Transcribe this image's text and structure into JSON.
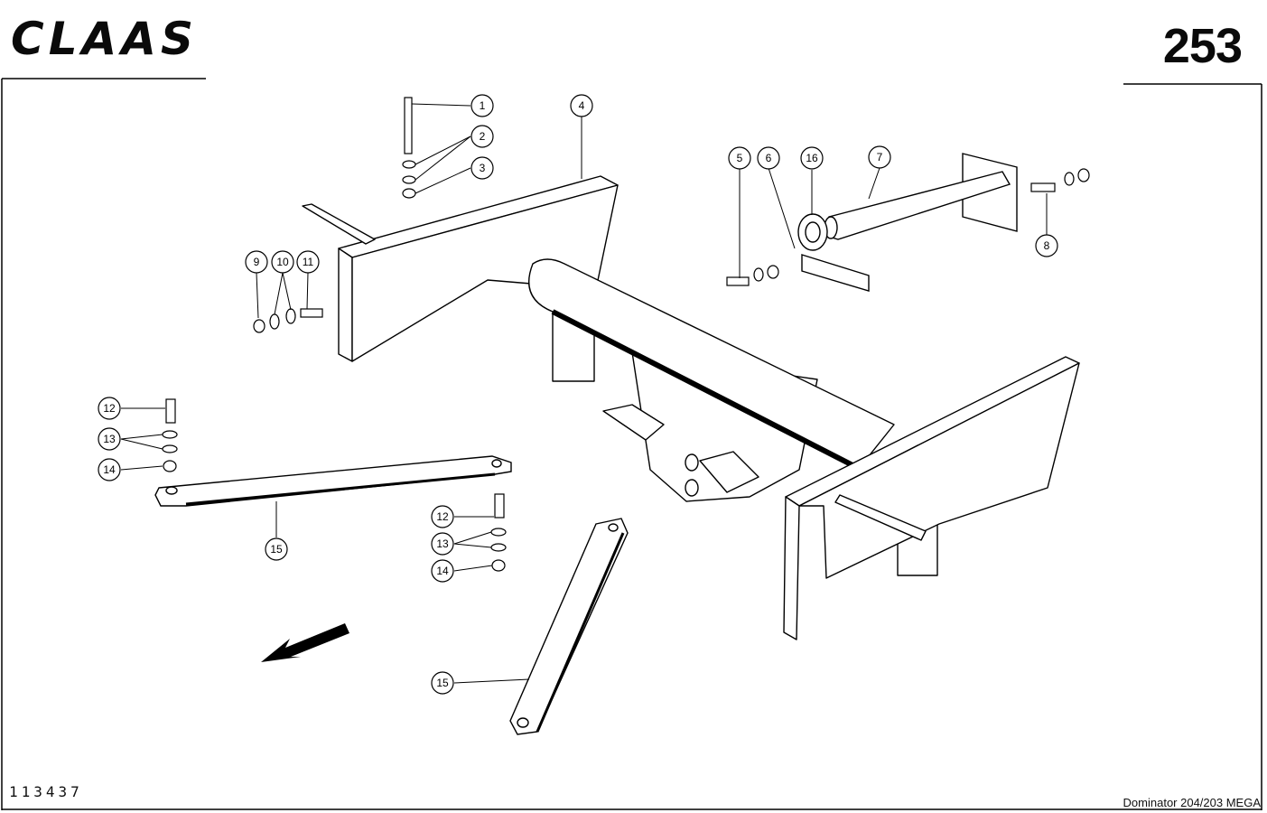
{
  "header": {
    "brand": "CLAAS",
    "page_number": "253"
  },
  "footer": {
    "drawing_id": "113437",
    "model": "Dominator 204/203 MEGA"
  },
  "callouts": [
    "1",
    "2",
    "3",
    "4",
    "5",
    "6",
    "16",
    "7",
    "8",
    "9",
    "10",
    "11",
    "12",
    "13",
    "14",
    "15",
    "12",
    "13",
    "14",
    "15"
  ]
}
